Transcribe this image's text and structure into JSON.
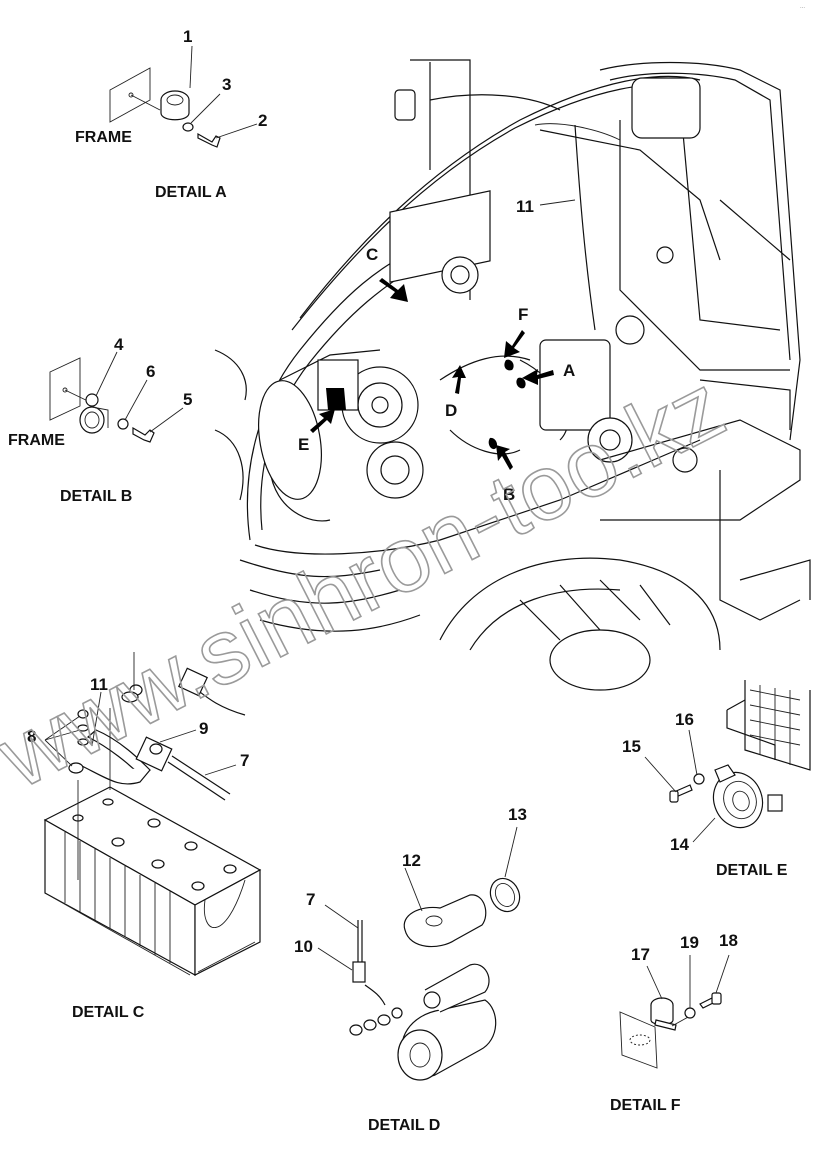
{
  "diagram": {
    "type": "exploded parts diagram",
    "subject": "battery cable / electrical wiring routing on wheeled loader",
    "corner_mark": "...",
    "watermark": "www.sinhron-too.kz",
    "main_view": {
      "view_callouts": [
        "A",
        "B",
        "C",
        "D",
        "E",
        "F"
      ],
      "part_callouts": [
        "11"
      ]
    },
    "details": [
      {
        "id": "A",
        "caption": "DETAIL A",
        "frame_label": "FRAME",
        "callouts": [
          "1",
          "3",
          "2"
        ]
      },
      {
        "id": "B",
        "caption": "DETAIL B",
        "frame_label": "FRAME",
        "callouts": [
          "4",
          "6",
          "5"
        ]
      },
      {
        "id": "C",
        "caption": "DETAIL C",
        "callouts": [
          "11",
          "8",
          "9",
          "7"
        ]
      },
      {
        "id": "D",
        "caption": "DETAIL D",
        "callouts": [
          "12",
          "13",
          "7",
          "10"
        ]
      },
      {
        "id": "E",
        "caption": "DETAIL E",
        "callouts": [
          "16",
          "15",
          "14"
        ]
      },
      {
        "id": "F",
        "caption": "DETAIL F",
        "callouts": [
          "17",
          "19",
          "18"
        ]
      }
    ]
  }
}
